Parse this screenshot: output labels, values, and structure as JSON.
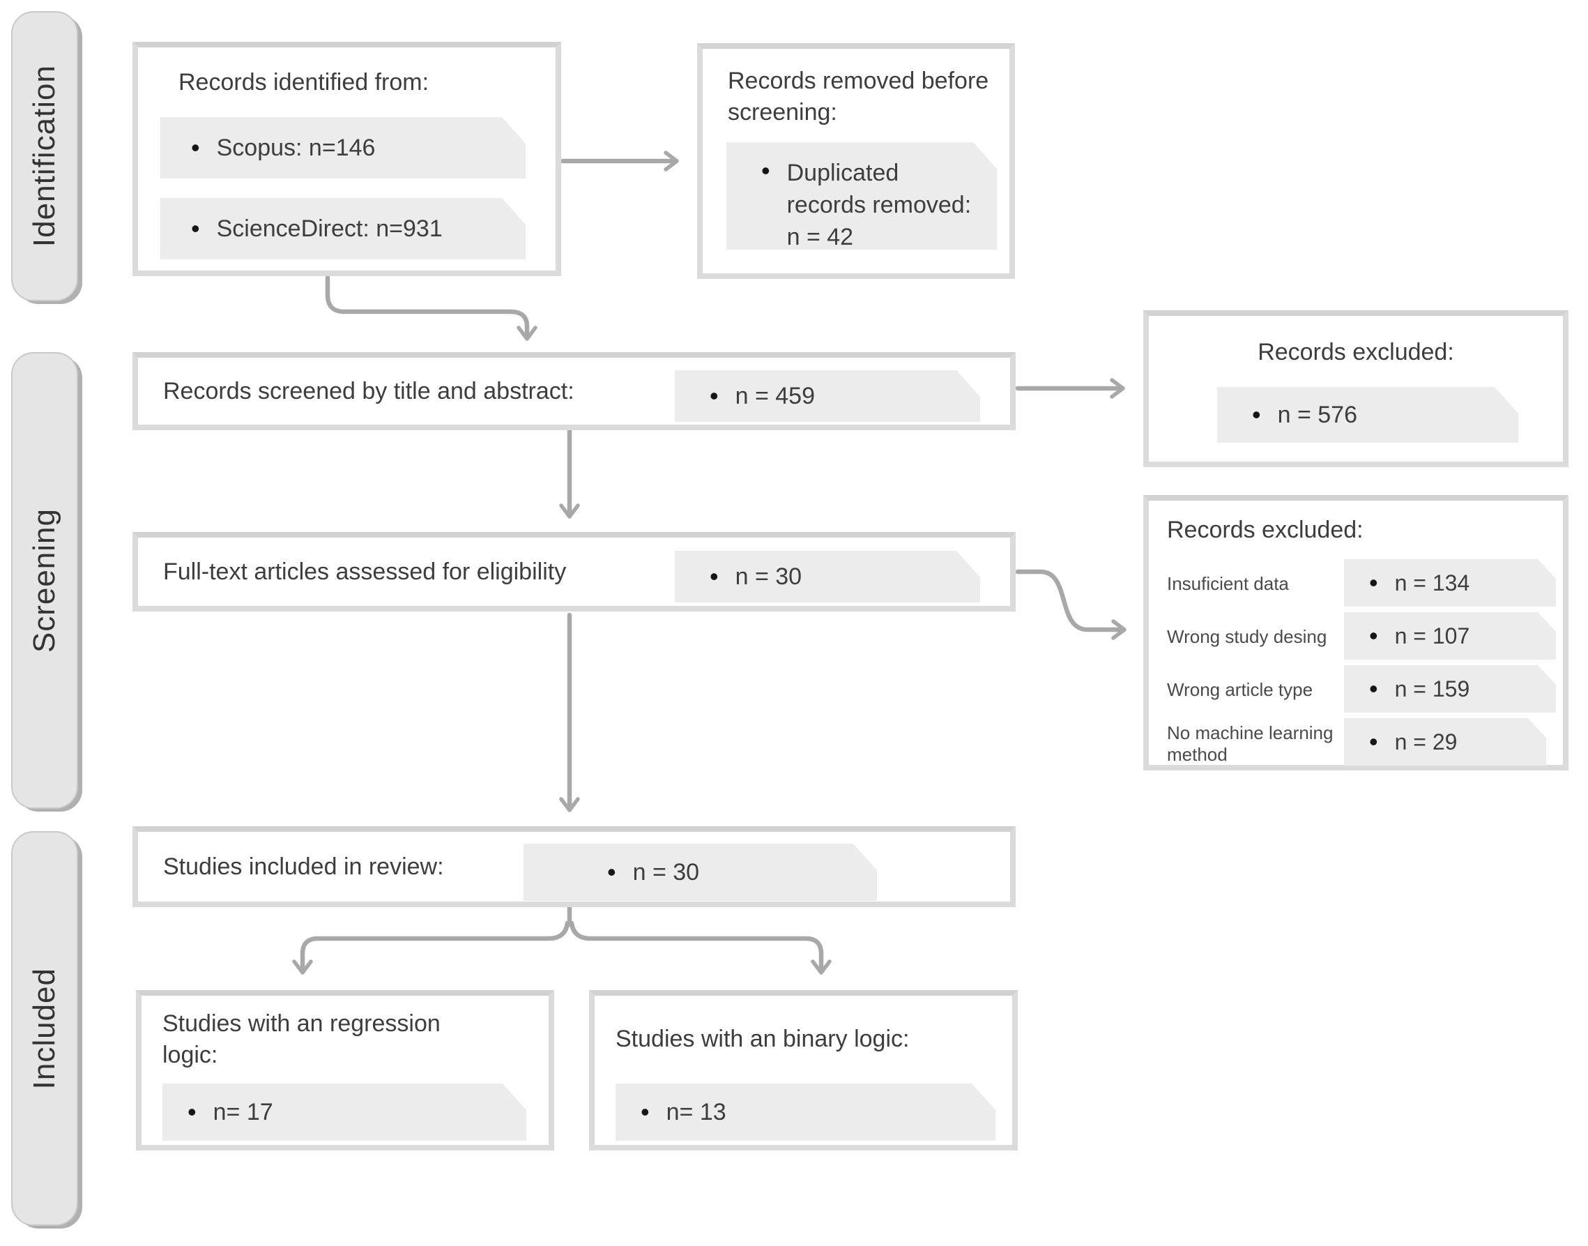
{
  "stages": [
    {
      "label": "Identification"
    },
    {
      "label": "Screening"
    },
    {
      "label": "Included"
    }
  ],
  "bullet": "•",
  "boxes": {
    "identified": {
      "title": "Records identified from:",
      "items": [
        {
          "text": "Scopus: n=146"
        },
        {
          "text": "ScienceDirect: n=931"
        }
      ]
    },
    "removed_before_screening": {
      "title": "Records removed before screening:",
      "items": [
        {
          "text": "Duplicated records removed: n = 42"
        }
      ]
    },
    "screened": {
      "title": "Records screened by title and abstract:",
      "count": "n = 459"
    },
    "records_excluded_1": {
      "title": "Records excluded:",
      "count": "n = 576"
    },
    "fulltext": {
      "title": "Full-text articles assessed for eligibility",
      "count": "n = 30"
    },
    "records_excluded_2": {
      "title": "Records excluded:",
      "reasons": [
        {
          "label": "Insuficient data",
          "count": "n = 134"
        },
        {
          "label": "Wrong study desing",
          "count": "n = 107"
        },
        {
          "label": "Wrong article type",
          "count": "n = 159"
        },
        {
          "label": "No machine learning method",
          "count": "n = 29"
        }
      ]
    },
    "included_in_review": {
      "title": "Studies included in review:",
      "count": "n = 30"
    },
    "regression_logic": {
      "title": "Studies with an regression logic:",
      "count": "n= 17"
    },
    "binary_logic": {
      "title": "Studies with an binary logic:",
      "count": "n= 13"
    }
  },
  "colors": {
    "box_border": "#dbdbdb",
    "pill_fill": "#ececec",
    "arrow": "#a8a8a8",
    "stage_fill": "#e5e5e5",
    "stage_shadow": "#b0b0b0",
    "text": "#3d3d3d"
  }
}
